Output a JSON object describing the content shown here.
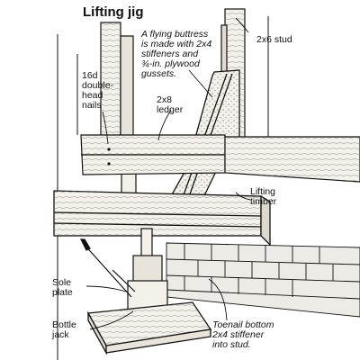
{
  "title": "Lifting jig",
  "callouts": {
    "flying_buttress": "A flying buttress\nis made with 2x4\nstiffeners and\n¾-in. plywood\ngussets.",
    "stud": "2x6 stud",
    "nails": "16d\ndouble-\nhead\nnails",
    "ledger": "2x8\nledger",
    "lifting_timber": "Lifting\ntimber",
    "sole_plate": "Sole\nplate",
    "bottle_jack": "Bottle\njack",
    "toenail": "Toenail bottom\n2x4 stiffener\ninto stud."
  },
  "colors": {
    "ink": "#111111",
    "wood": "#f4f1ea",
    "masonry": "#ecebe6"
  }
}
